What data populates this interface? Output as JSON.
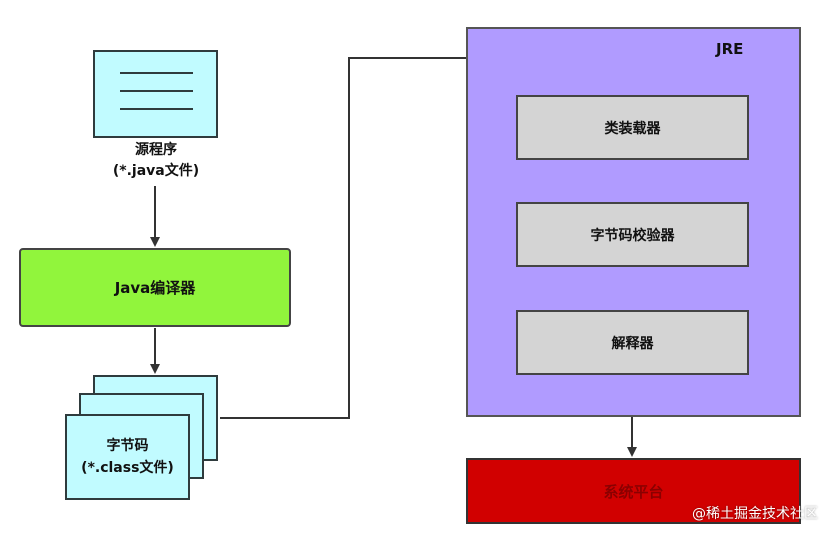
{
  "source": {
    "line1": "源程序",
    "line2": "(*.java文件)"
  },
  "compiler": {
    "label": "Java编译器"
  },
  "bytecode": {
    "line1": "字节码",
    "line2": "(*.class文件)"
  },
  "jre": {
    "title": "JRE",
    "steps": [
      "类装载器",
      "字节码校验器",
      "解释器"
    ]
  },
  "platform": {
    "label": "系统平台"
  },
  "watermark": "@稀土掘金技术社区",
  "colors": {
    "document": "#c1fbff",
    "compiler": "#91f53c",
    "jre": "#b09bff",
    "step": "#d4d4d4",
    "platform": "#d10000"
  }
}
